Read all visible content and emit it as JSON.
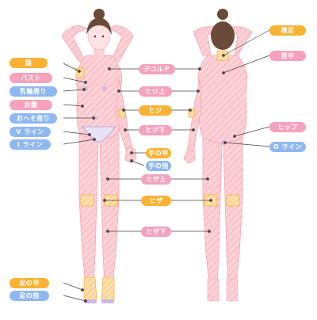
{
  "colors": {
    "orange": "#f9b233",
    "pink": "#f6a2bd",
    "blue": "#8fb8f2",
    "skin": "#fbd1d6",
    "stripe": "#f7b3bf",
    "hair": "#6b4a3a",
    "leader": "#444444"
  },
  "labels": {
    "waki": "脇",
    "bust": "バスト",
    "nyurin": "乳輪周り",
    "onaka": "お腹",
    "oheso": "おへそ周り",
    "v_line": "V ライン",
    "i_line": "I ライン",
    "decollete": "デコルテ",
    "hiji_ue": "ヒジ上",
    "hiji": "ヒジ",
    "hiji_shita": "ヒジ下",
    "te_no_ko": "手の甲",
    "te_no_yubi": "手の指",
    "hiza_ue": "ヒザ上",
    "hiza": "ヒザ",
    "hiza_shita": "ヒザ下",
    "ashi_no_ko": "足の甲",
    "ashi_no_yubi": "足の指",
    "erikashi": "襟足",
    "senaka": "背中",
    "hip": "ヒップ",
    "o_line": "O ライン"
  }
}
